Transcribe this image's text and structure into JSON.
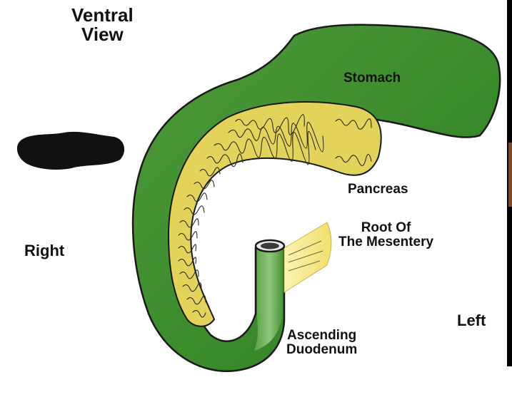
{
  "title": {
    "line1": "Ventral",
    "line2": "View"
  },
  "orientation": {
    "right": "Right",
    "left": "Left"
  },
  "labels": {
    "stomach": "Stomach",
    "pancreas": "Pancreas",
    "root_mesentery": {
      "line1": "Root Of",
      "line2": "The Mesentery"
    },
    "ascending_duodenum": {
      "line1": "Ascending",
      "line2": "Duodenum"
    }
  },
  "colors": {
    "organ_green": "#3f8a2e",
    "organ_green_light": "#8ec67b",
    "outline": "#1a1a1a",
    "pancreas_yellow": "#e3d35a",
    "mesentery_yellow": "#f4e788",
    "redaction": "#111111"
  }
}
